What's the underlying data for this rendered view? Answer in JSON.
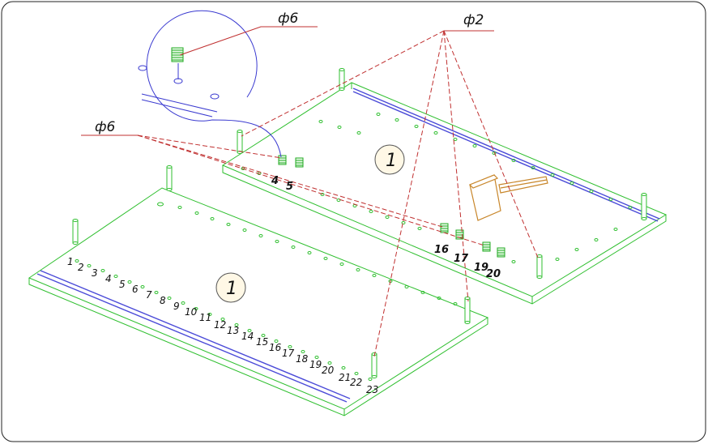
{
  "callouts": {
    "pin_magnified_label": "ф6",
    "pin_left_label": "ф6",
    "pin_top_label": "ф2"
  },
  "parts": {
    "front_plate_label": "1",
    "back_plate_label": "1"
  },
  "front_hole_numbers": [
    "1",
    "2",
    "3",
    "4",
    "5",
    "6",
    "7",
    "8",
    "9",
    "10",
    "11",
    "12",
    "13",
    "14",
    "15",
    "16",
    "17",
    "18",
    "19",
    "20",
    "21",
    "22",
    "23"
  ],
  "back_hole_numbers": [
    "4",
    "5",
    "16",
    "17",
    "19",
    "20"
  ],
  "colors": {
    "plate_edge": "#2fbf2f",
    "rail": "#4b4bd8",
    "leader": "#c03030",
    "magnifier": "#3a3ad0",
    "tool": "#c8862a"
  }
}
